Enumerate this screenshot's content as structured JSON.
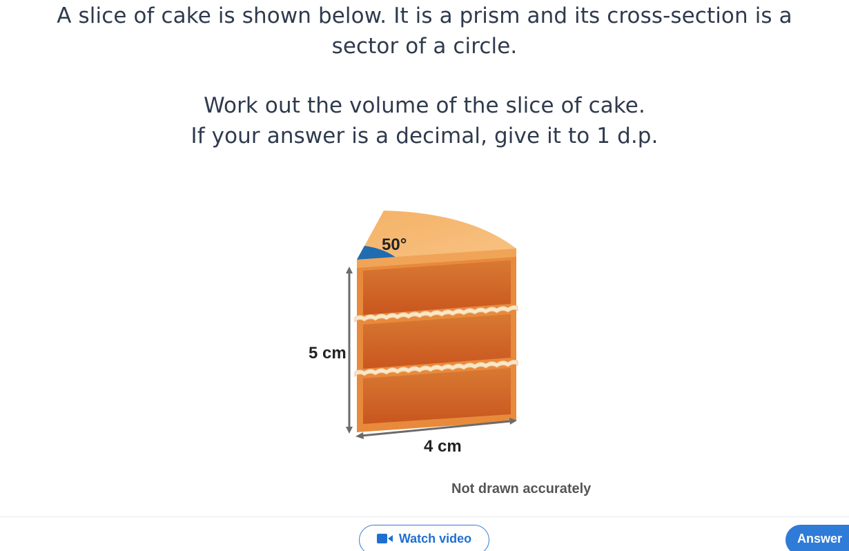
{
  "question": {
    "line1": "A slice of cake is shown below. It is a prism and its cross-section is a",
    "line2": "sector of a circle.",
    "line3": "Work out the volume of the slice of cake.",
    "line4": "If your answer is a decimal, give it to 1 d.p."
  },
  "diagram": {
    "angle_label": "50°",
    "height_label": "5 cm",
    "length_label": "4 cm",
    "note": "Not drawn accurately"
  },
  "footer": {
    "watch_video_label": "Watch video",
    "answer_label": "Answer"
  },
  "icons": {
    "video": "video-camera-icon"
  },
  "colors": {
    "button_blue": "#2f7bd8",
    "angle_marker": "#1f6cb0",
    "cake_top": "#f6b86f",
    "cake_front": "#e07a33",
    "cream": "#f8e8c6"
  }
}
